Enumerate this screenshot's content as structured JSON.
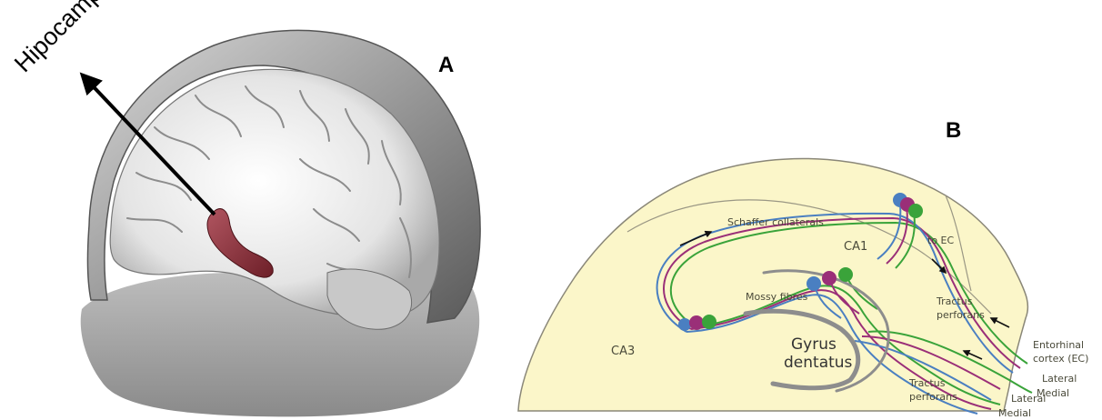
{
  "panel_a": {
    "panel_label": "A",
    "arrow_label": "Hipocampo"
  },
  "panel_b": {
    "panel_label": "B",
    "labels": {
      "schaffer": "Schaffer collaterals",
      "ca1": "CA1",
      "to_ec": "to EC",
      "mossy": "Mossy fibres",
      "ca3": "CA3",
      "gyrus": "Gyrus",
      "dentatus": "dentatus",
      "tractus_upper_1": "Tractus",
      "tractus_upper_2": "perforans",
      "tractus_lower_1": "Tractus",
      "tractus_lower_2": "perforans",
      "ec_1": "Entorhinal",
      "ec_2": "cortex (EC)",
      "lateral_upper": "Lateral",
      "medial_upper": "Medial",
      "lateral_lower": "Lateral",
      "medial_lower": "Medial"
    },
    "colors": {
      "tissue": "#fbf6c9",
      "tissue_outline": "#8a8778",
      "pathway_blue": "#4a7fc1",
      "pathway_purple": "#9a2f78",
      "pathway_green": "#3aa33a",
      "mossy_gray": "#8d8d8d"
    }
  }
}
